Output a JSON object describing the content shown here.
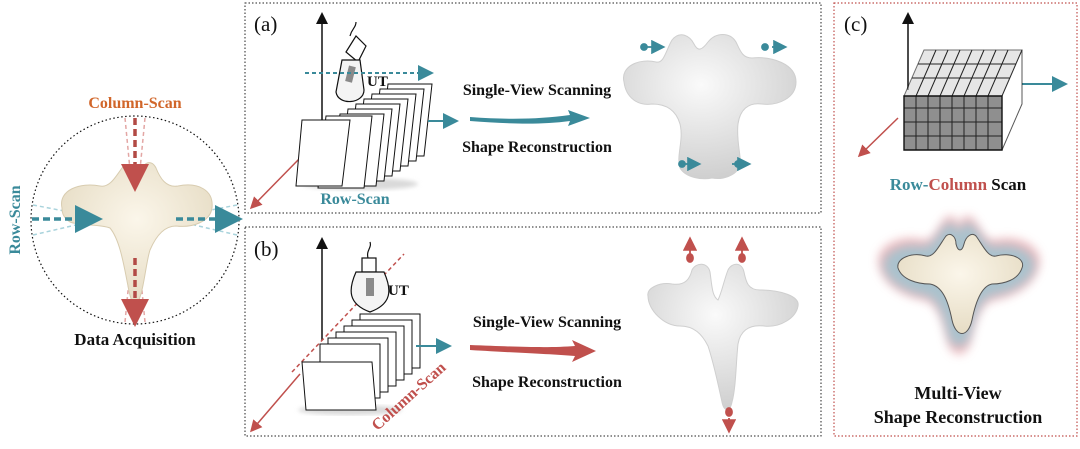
{
  "left": {
    "column_scan_label": "Column-Scan",
    "row_scan_label": "Row-Scan",
    "caption": "Data Acquisition"
  },
  "panel_a": {
    "tag": "(a)",
    "probe_label": "UT",
    "scan_label": "Row-Scan",
    "step1": "Single-View Scanning",
    "step2": "Shape Reconstruction"
  },
  "panel_b": {
    "tag": "(b)",
    "probe_label": "UT",
    "scan_label": "Column-Scan",
    "step1": "Single-View Scanning",
    "step2": "Shape Reconstruction"
  },
  "panel_c": {
    "tag": "(c)",
    "scan_row": "Row-",
    "scan_column": "Column",
    "scan_suffix": " Scan",
    "caption_line1": "Multi-View",
    "caption_line2": "Shape Reconstruction"
  },
  "colors": {
    "teal": "#3a8a9a",
    "red": "#c0504d",
    "orange": "#d1662a",
    "bone": "#f2ead8"
  }
}
